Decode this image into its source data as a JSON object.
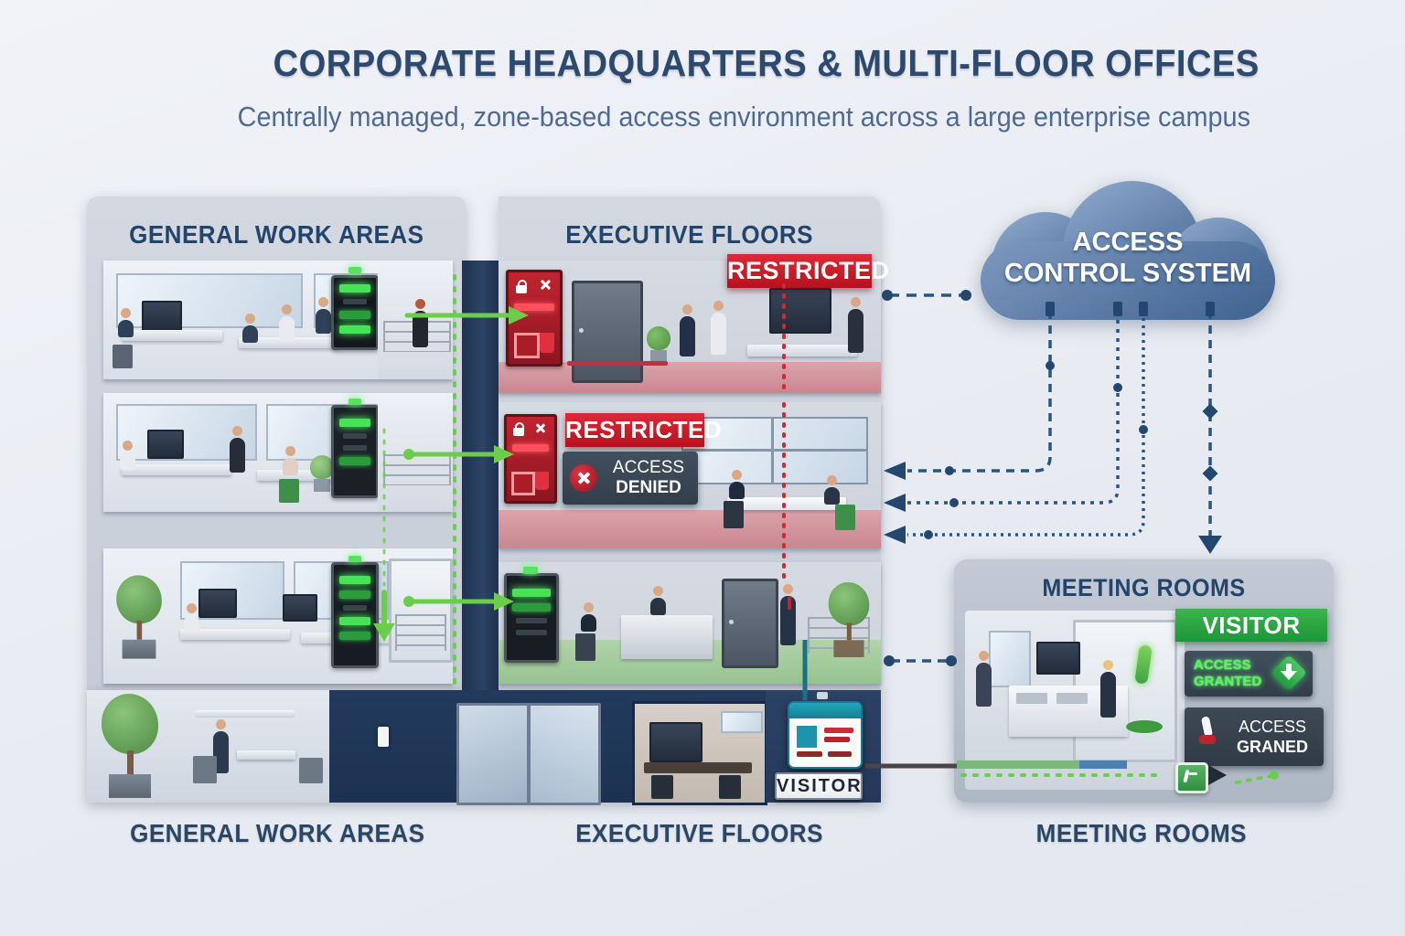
{
  "header": {
    "title": "CORPORATE HEADQUARTERS & MULTI-FLOOR OFFICES",
    "subtitle": "Centrally managed, zone-based access environment across a large enterprise campus"
  },
  "general": {
    "heading": "GENERAL WORK AREAS",
    "footer_label": "GENERAL WORK AREAS"
  },
  "executive": {
    "heading": "EXECUTIVE FLOORS",
    "footer_label": "EXECUTIVE FLOORS",
    "restricted_banner_top": "RESTRICTED",
    "restricted_banner_mid": "RESTRICTED",
    "access_denied_line1": "ACCESS",
    "access_denied_line2": "DENIED"
  },
  "cloud": {
    "line1": "ACCESS",
    "line2": "CONTROL SYSTEM"
  },
  "meeting": {
    "heading": "MEETING ROOMS",
    "footer_label": "MEETING ROOMS",
    "visitor_banner": "VISITOR",
    "granted_sign_line1": "ACCESS",
    "granted_sign_line2": "GRANTED",
    "graned_sign_line1": "ACCESS",
    "graned_sign_line2": "GRANED"
  },
  "badge": {
    "label": "VISITOR"
  },
  "colors": {
    "restricted_red": "#c8202f",
    "visitor_green": "#2ca844",
    "led_green": "#55e55f",
    "zone_green_floor": "#a4cb9d",
    "zone_red_floor": "#d2949c",
    "heading_navy": "#24456b",
    "cloud_blue": "#4f6f9b",
    "connector_navy": "#2a5580",
    "path_green": "#6ccd4d",
    "alert_red_dotted": "#cc2a35"
  }
}
